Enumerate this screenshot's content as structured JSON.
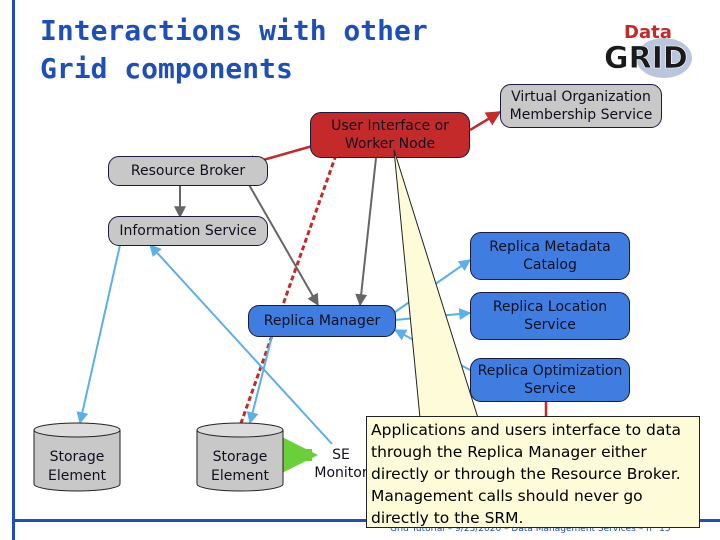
{
  "title": "Interactions with other Grid components",
  "logo": {
    "word_top": "Data",
    "word_bottom": "GRID"
  },
  "nodes": {
    "ui": "User Interface or Worker Node",
    "voms": "Virtual Organization Membership Service",
    "rb": "Resource Broker",
    "is": "Information Service",
    "rmc": "Replica Metadata Catalog",
    "rm": "Replica Manager",
    "rls": "Replica Location Service",
    "ros": "Replica Optimization Service",
    "se1": "Storage Element",
    "se2": "Storage Element",
    "semon": "SE Monitor"
  },
  "note": "Applications and users interface to data through the Replica Manager either directly or through the Resource Broker. Management calls should never go directly to the SRM.",
  "footer": "Grid Tutorial – 9/23/2020 – Data Management Services – n° 15",
  "colors": {
    "accent": "#1e4fb8",
    "node_blue": "#3f7ee0",
    "node_red": "#c42a2a",
    "node_grey": "#c8c8c8",
    "note_bg": "#fdfbd8"
  }
}
